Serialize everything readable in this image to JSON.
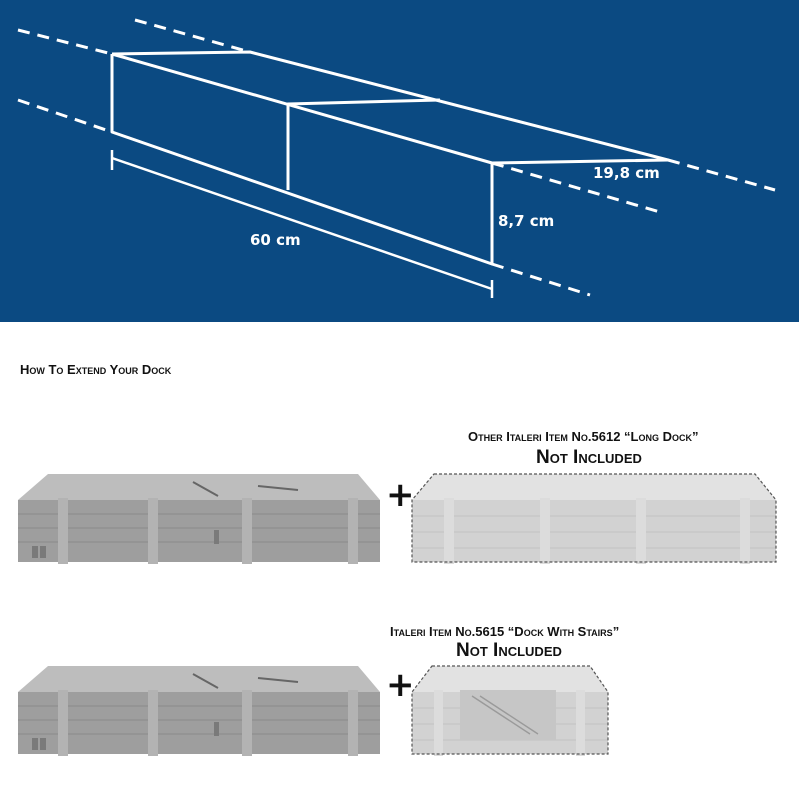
{
  "dimensions": {
    "length": "60 cm",
    "height": "8,7 cm",
    "depth": "19,8 cm",
    "panel_color": "#0b4a82",
    "line_color": "#ffffff"
  },
  "section_title": "How To Extend Your Dock",
  "rows": [
    {
      "caption_line1": "Other Italeri Item No.5612 “Long Dock”",
      "caption_line2": "Not Included",
      "plus": "+"
    },
    {
      "caption_line1": "Italeri Item No.5615 “Dock With Stairs”",
      "caption_line2": "Not Included",
      "plus": "+"
    }
  ],
  "colors": {
    "dock_gray": "#a7a7a7",
    "dock_light": "#d6d6d6",
    "text": "#111111"
  }
}
